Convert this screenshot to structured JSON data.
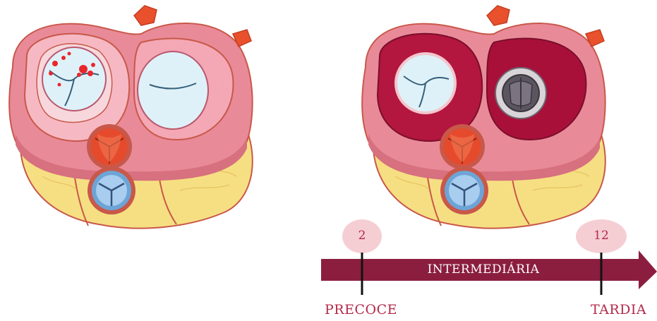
{
  "timeline": {
    "early_value": "2",
    "late_value": "12",
    "middle_label": "INTERMEDIÁRIA",
    "start_label": "PRECOCE",
    "end_label": "TARDIA",
    "arrow_color": "#8b1e3f",
    "marker_bubble_color": "#f3c6cd",
    "label_color": "#b22a4a"
  },
  "illustrations": [
    {
      "name": "heart-valves-native",
      "state": "native mitral valve with vegetations"
    },
    {
      "name": "heart-valves-prosthetic",
      "state": "mechanical prosthetic mitral valve"
    }
  ]
}
